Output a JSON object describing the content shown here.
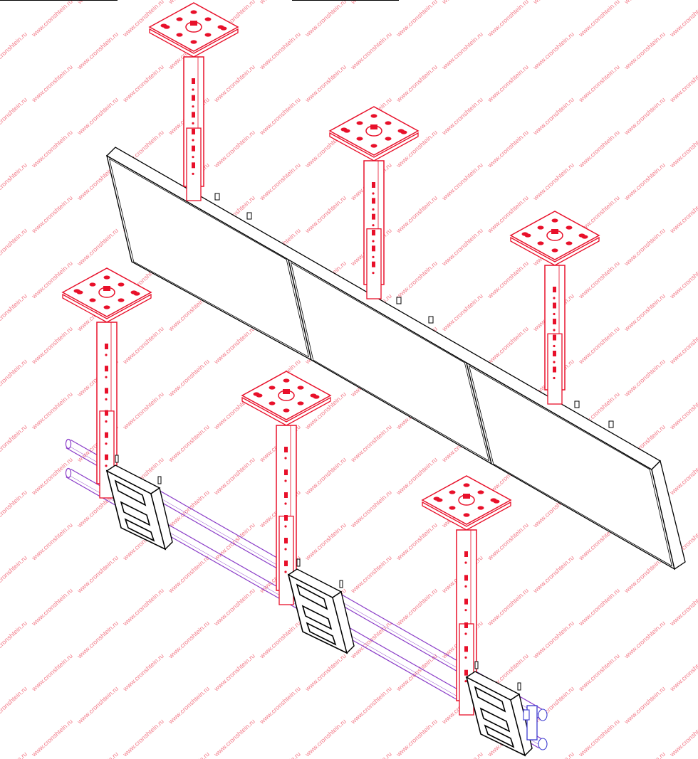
{
  "watermark": {
    "text": "www.cronshtein.ru",
    "color": "#e06060"
  },
  "colors": {
    "mount": "#e8102a",
    "screen": "#000000",
    "rail": "#8a3cc8",
    "bracket": "#000000",
    "clamp": "#3b3bd0",
    "background": "#ffffff"
  },
  "components": {
    "ceiling_mounts": 6,
    "screens": 3,
    "rails": 2,
    "brackets": 3
  }
}
